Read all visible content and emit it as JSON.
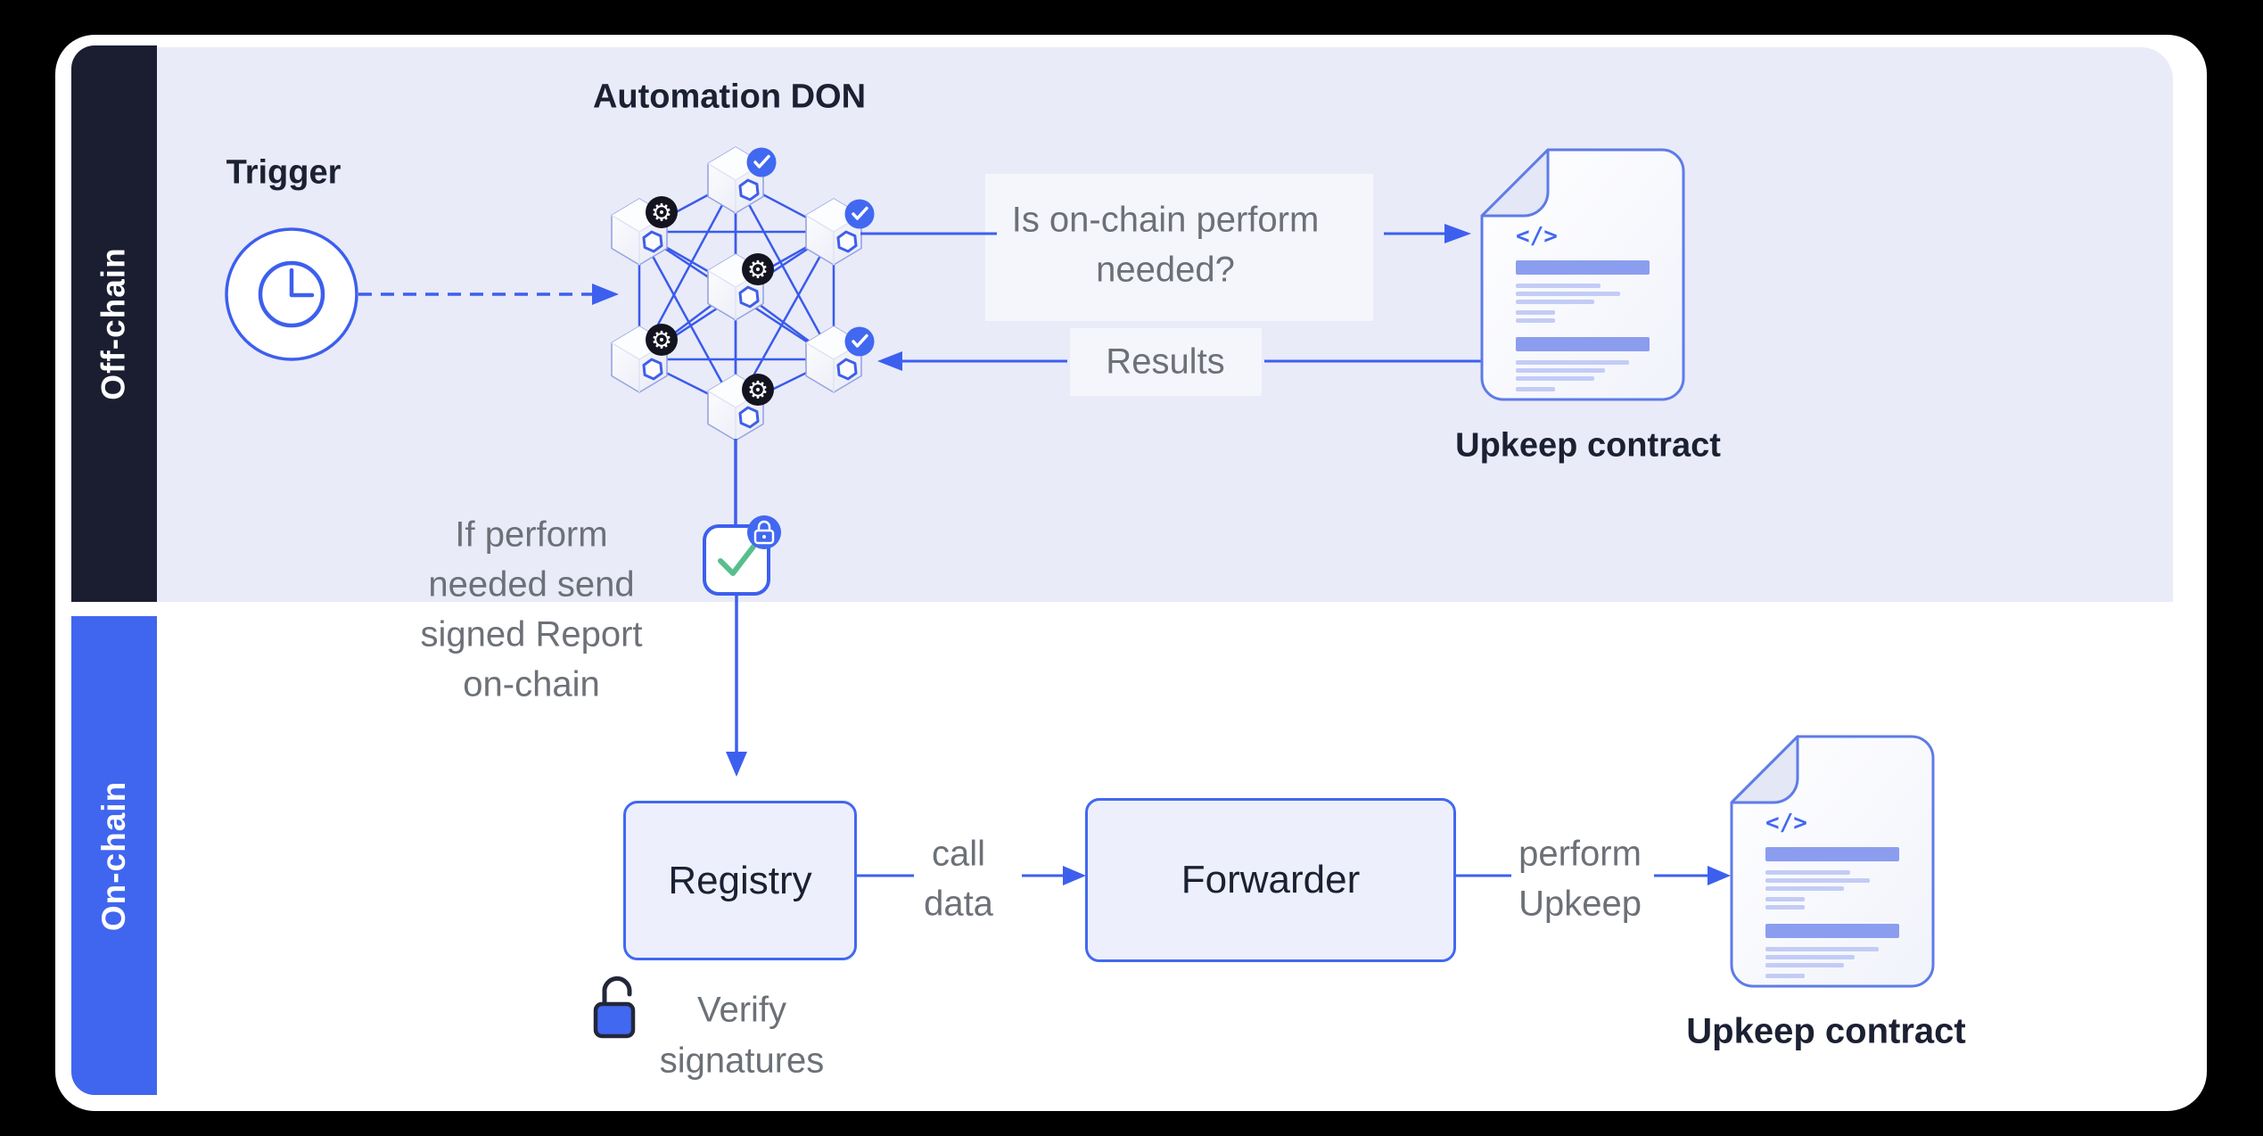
{
  "frame": {
    "offchain_label": "Off-chain",
    "onchain_label": "On-chain"
  },
  "offchain": {
    "trigger_label": "Trigger",
    "don_title": "Automation DON",
    "question": {
      "line1": "Is on-chain perform",
      "line2": "needed?"
    },
    "results_label": "Results",
    "upkeep_label": "Upkeep contract"
  },
  "report_note": {
    "line1": "If perform",
    "line2": "needed send",
    "line3": "signed Report",
    "line4": "on-chain"
  },
  "onchain": {
    "registry_label": "Registry",
    "call_data": {
      "line1": "call",
      "line2": "data"
    },
    "forwarder_label": "Forwarder",
    "perform": {
      "line1": "perform",
      "line2": "Upkeep"
    },
    "upkeep_label": "Upkeep contract",
    "verify": {
      "line1": "Verify",
      "line2": "signatures"
    }
  },
  "icons": {
    "trigger": "clock-icon",
    "don_node": "hexagon-node-icon",
    "node_logo": "chainlink-hexagon-icon",
    "consensus": "check-badge-icon",
    "compute": "gear-badge-icon",
    "signed_report": "signed-report-check-icon",
    "report_lock": "lock-badge-icon",
    "verify_signatures": "unlock-icon",
    "contract": "code-document-icon"
  },
  "colors": {
    "accent_blue": "#3D5FEE",
    "badge_blue": "#4168F0",
    "band_dark": "#1A1E30",
    "band_blue": "#4066EF",
    "offchain_bg": "#E9EBF8",
    "green_check": "#58BF8C",
    "text_dark": "#1B2032",
    "text_gray": "#6C7077",
    "doc_bar": "#8B9DEF",
    "doc_line": "#C3CCF5"
  }
}
